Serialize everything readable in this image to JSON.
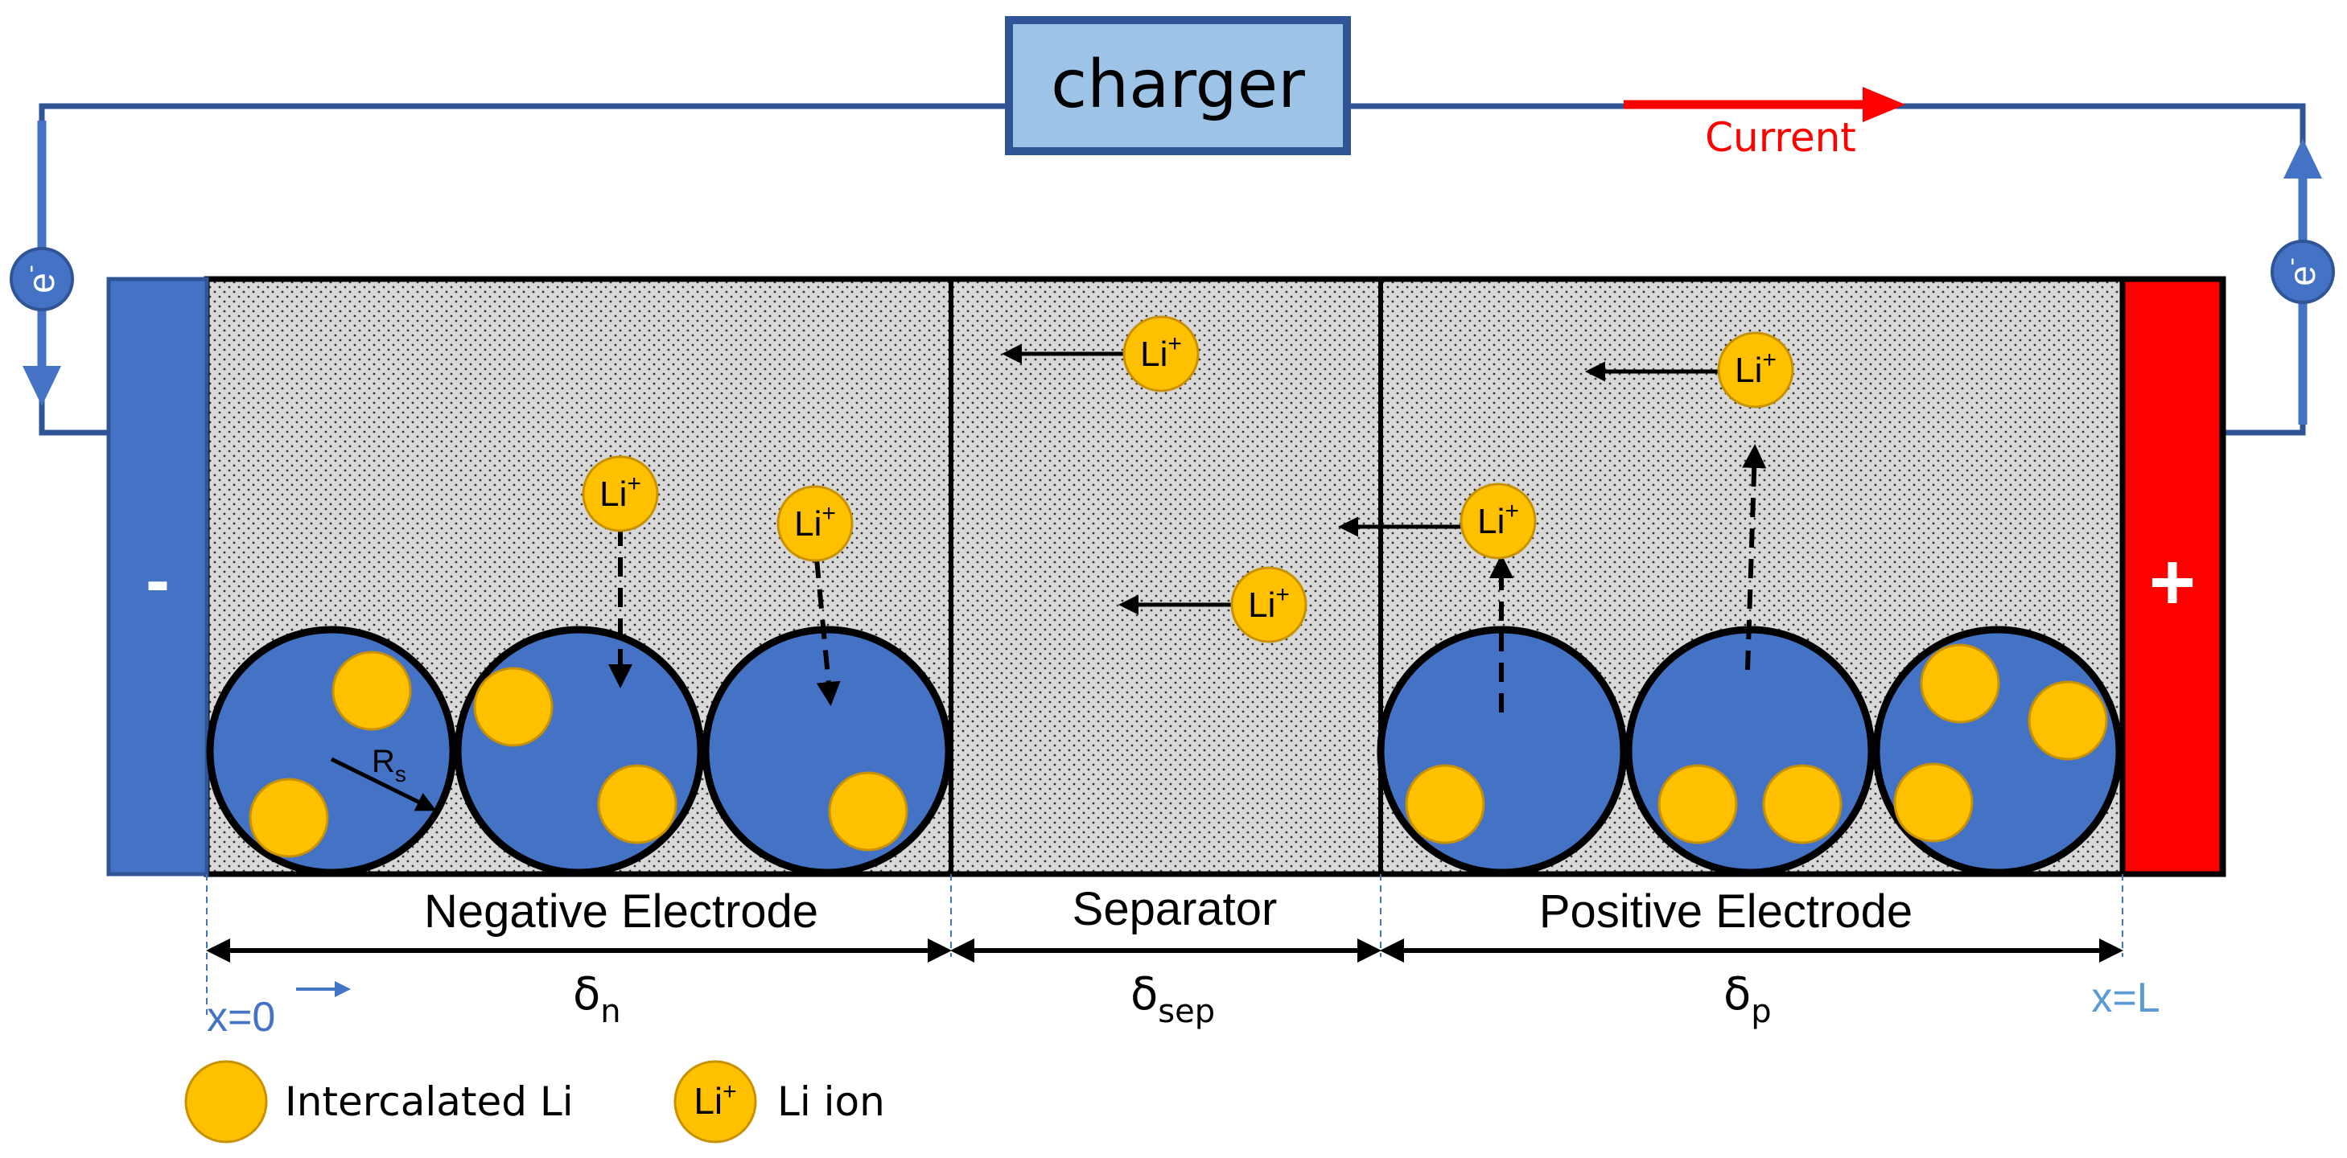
{
  "charger": {
    "label": "charger"
  },
  "current": {
    "label": "Current"
  },
  "electron": {
    "base": "e",
    "sup": "-"
  },
  "terminals": {
    "negative": "-",
    "positive": "+"
  },
  "ion": {
    "base": "Li",
    "sup": "+"
  },
  "particle": {
    "radius_label": "R",
    "radius_sub": "s"
  },
  "regions": {
    "negative": "Negative Electrode",
    "separator": "Separator",
    "positive": "Positive Electrode"
  },
  "thickness": {
    "symbol": "δ",
    "negative_sub": "n",
    "separator_sub": "sep",
    "positive_sub": "p"
  },
  "positions": {
    "start": "x=0",
    "end": "x=L"
  },
  "legend": {
    "intercalated": "Intercalated Li",
    "li_ion": "Li ion"
  },
  "colors": {
    "wire": "#2F5597",
    "electron": "#4472C4",
    "negative_collector": "#4472C4",
    "positive_collector": "#FF0000",
    "current_arrow": "#FF0000",
    "particle": "#4472C4",
    "lithium": "#FFC000",
    "lithium_edge": "#C89100",
    "fill": "#D9D9D9",
    "charger_fill": "#9DC3E6",
    "charger_border": "#2F5597",
    "position_label": "#4472C4",
    "end_label": "#5B9BD5"
  }
}
